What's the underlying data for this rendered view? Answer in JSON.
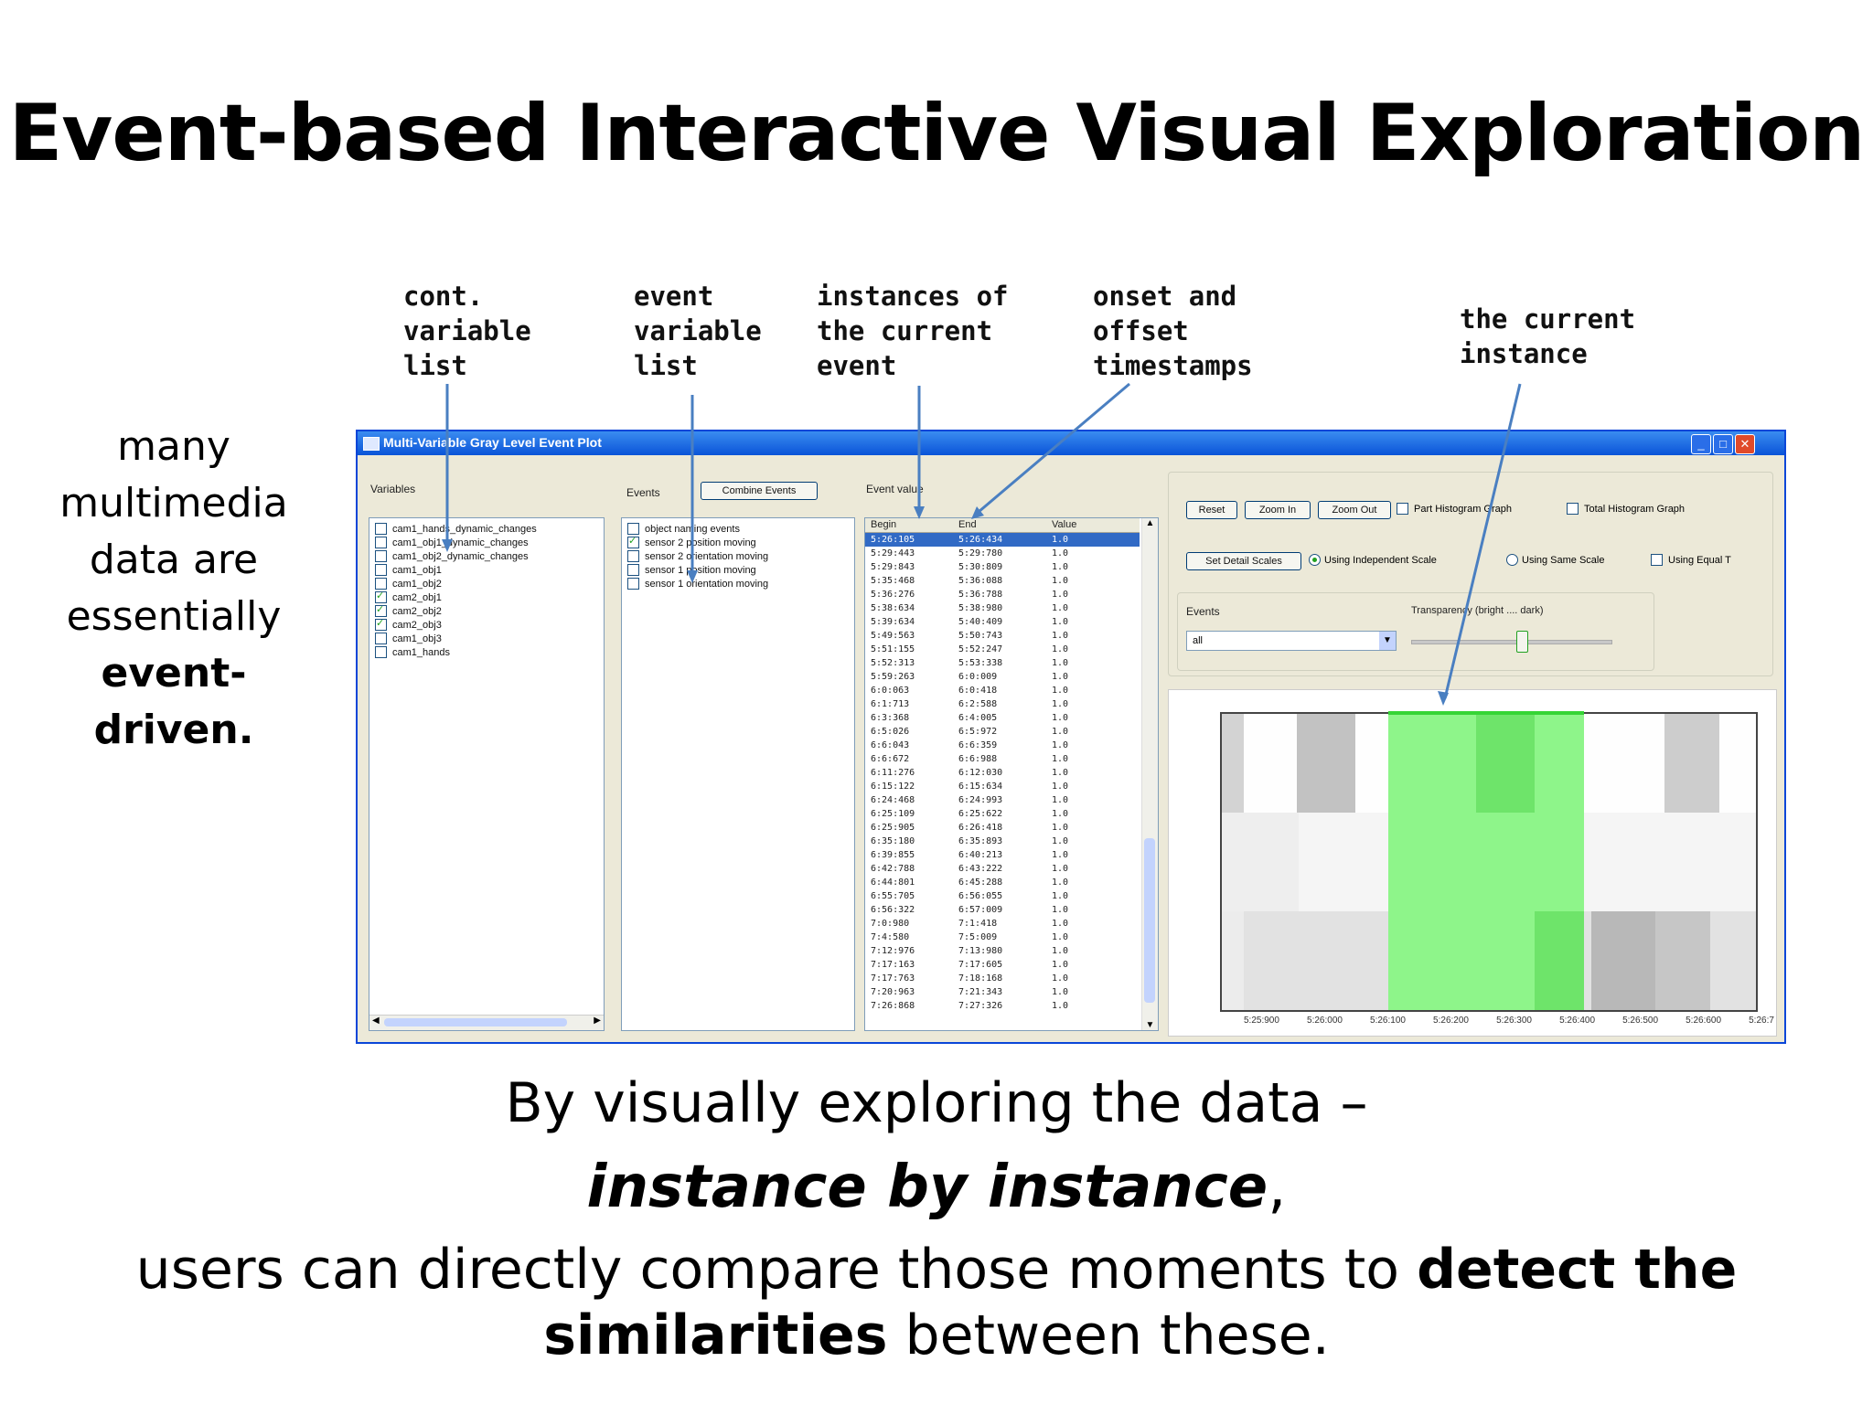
{
  "slide": {
    "title": "Event-based Interactive Visual Exploration",
    "side_text_lines": [
      "many",
      "multimedia",
      "data are",
      "essentially"
    ],
    "side_text_bold": "event-driven.",
    "callouts": {
      "cont_var": "cont.\nvariable\nlist",
      "event_var": "event\nvariable\nlist",
      "instances": "instances of\nthe current\nevent",
      "onset": "onset and\noffset\ntimestamps",
      "current": "the current\ninstance"
    },
    "bottom": {
      "line1": "By visually exploring the data –",
      "line2_italic": "instance  by  instance",
      "line2_comma": ",",
      "line3_pre": "users can directly compare those moments to ",
      "line3_bold": "detect the",
      "line4_bold": "similarities",
      "line4_post": " between these."
    }
  },
  "window": {
    "title": "Multi-Variable Gray Level Event Plot",
    "variables_label": "Variables",
    "variables": [
      {
        "label": "cam1_hands_dynamic_changes",
        "checked": false
      },
      {
        "label": "cam1_obj1_dynamic_changes",
        "checked": false
      },
      {
        "label": "cam1_obj2_dynamic_changes",
        "checked": false
      },
      {
        "label": "cam1_obj1",
        "checked": false
      },
      {
        "label": "cam1_obj2",
        "checked": false
      },
      {
        "label": "cam2_obj1",
        "checked": true
      },
      {
        "label": "cam2_obj2",
        "checked": true
      },
      {
        "label": "cam2_obj3",
        "checked": true
      },
      {
        "label": "cam1_obj3",
        "checked": false
      },
      {
        "label": "cam1_hands",
        "checked": false
      }
    ],
    "events_label": "Events",
    "combine_events": "Combine Events",
    "events": [
      {
        "label": "object naming events",
        "checked": false
      },
      {
        "label": "sensor 2 position moving",
        "checked": true
      },
      {
        "label": "sensor 2 orientation moving",
        "checked": false
      },
      {
        "label": "sensor 1 position moving",
        "checked": false
      },
      {
        "label": "sensor 1 orientation moving",
        "checked": false
      }
    ],
    "event_value_label": "Event value",
    "table_headers": [
      "Begin",
      "End",
      "Value"
    ],
    "table_rows": [
      [
        "5:26:105",
        "5:26:434",
        "1.0"
      ],
      [
        "5:29:443",
        "5:29:780",
        "1.0"
      ],
      [
        "5:29:843",
        "5:30:809",
        "1.0"
      ],
      [
        "5:35:468",
        "5:36:088",
        "1.0"
      ],
      [
        "5:36:276",
        "5:36:788",
        "1.0"
      ],
      [
        "5:38:634",
        "5:38:980",
        "1.0"
      ],
      [
        "5:39:634",
        "5:40:409",
        "1.0"
      ],
      [
        "5:49:563",
        "5:50:743",
        "1.0"
      ],
      [
        "5:51:155",
        "5:52:247",
        "1.0"
      ],
      [
        "5:52:313",
        "5:53:338",
        "1.0"
      ],
      [
        "5:59:263",
        "6:0:009",
        "1.0"
      ],
      [
        "6:0:063",
        "6:0:418",
        "1.0"
      ],
      [
        "6:1:713",
        "6:2:588",
        "1.0"
      ],
      [
        "6:3:368",
        "6:4:005",
        "1.0"
      ],
      [
        "6:5:026",
        "6:5:972",
        "1.0"
      ],
      [
        "6:6:043",
        "6:6:359",
        "1.0"
      ],
      [
        "6:6:672",
        "6:6:988",
        "1.0"
      ],
      [
        "6:11:276",
        "6:12:030",
        "1.0"
      ],
      [
        "6:15:122",
        "6:15:634",
        "1.0"
      ],
      [
        "6:24:468",
        "6:24:993",
        "1.0"
      ],
      [
        "6:25:109",
        "6:25:622",
        "1.0"
      ],
      [
        "6:25:905",
        "6:26:418",
        "1.0"
      ],
      [
        "6:35:180",
        "6:35:893",
        "1.0"
      ],
      [
        "6:39:855",
        "6:40:213",
        "1.0"
      ],
      [
        "6:42:788",
        "6:43:222",
        "1.0"
      ],
      [
        "6:44:801",
        "6:45:288",
        "1.0"
      ],
      [
        "6:55:705",
        "6:56:055",
        "1.0"
      ],
      [
        "6:56:322",
        "6:57:009",
        "1.0"
      ],
      [
        "7:0:980",
        "7:1:418",
        "1.0"
      ],
      [
        "7:4:580",
        "7:5:009",
        "1.0"
      ],
      [
        "7:12:976",
        "7:13:980",
        "1.0"
      ],
      [
        "7:17:163",
        "7:17:605",
        "1.0"
      ],
      [
        "7:17:763",
        "7:18:168",
        "1.0"
      ],
      [
        "7:20:963",
        "7:21:343",
        "1.0"
      ],
      [
        "7:26:868",
        "7:27:326",
        "1.0"
      ]
    ],
    "controls": {
      "reset": "Reset",
      "zoom_in": "Zoom In",
      "zoom_out": "Zoom Out",
      "part_hist": "Part Histogram Graph",
      "total_hist": "Total Histogram Graph",
      "set_detail": "Set Detail Scales",
      "indep": "Using Independent Scale",
      "same": "Using Same Scale",
      "equal": "Using Equal T",
      "events_label": "Events",
      "events_value": "all",
      "transparency_label": "Transparency (bright .... dark)",
      "transparency_level": 0.55
    },
    "x_ticks": [
      "5:25:900",
      "5:26:000",
      "5:26:100",
      "5:26:200",
      "5:26:300",
      "5:26:400",
      "5:26:500",
      "5:26:600",
      "5:26:7"
    ],
    "colors": {
      "highlight": "#8ef58a",
      "highlight_dark": "#6ee46a",
      "highlight_top": "#35d535",
      "arrow": "#4a7fc1"
    }
  }
}
